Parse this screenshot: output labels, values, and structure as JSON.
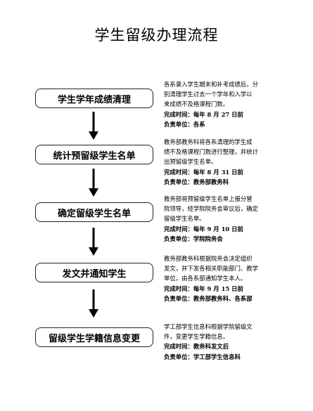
{
  "title": "学生留级办理流程",
  "steps": [
    {
      "label": "学生学年成绩清理",
      "desc_lines": [
        "各系录入学生期末和补考成绩后，分",
        "别清理学生过去一个学年和入学以",
        "来成绩不及格课程门数。"
      ],
      "time_label": "完成时间：",
      "time_value": "每年 8 月 27 日前",
      "unit_label": "负责单位：",
      "unit_value": "各系"
    },
    {
      "label": "统计预留级学生名单",
      "desc_lines": [
        "教务部教务科将各系清理的学生成",
        "绩不及格课程门数进行整理，并统计",
        "出预留级学生名单。"
      ],
      "time_label": "完成时间：",
      "time_value": "每年 8 月 31 日前",
      "unit_label": "负责单位：",
      "unit_value": "教务部教务科"
    },
    {
      "label": "确定留级学生名单",
      "desc_lines": [
        "教务部将预留级学生名单上报分管",
        "院领导，经学院院务会审议后，确定",
        "留级学生名单。"
      ],
      "time_label": "完成时间：",
      "time_value": "每年 9 月 10 日前",
      "unit_label": "负责单位：",
      "unit_value": "学院院务会"
    },
    {
      "label": "发文并通知学生",
      "desc_lines": [
        "教务部教务科根据院务会决定组织",
        "发文，并下发各相关职能部门、教学",
        "单位，由各系部通知学生本人。"
      ],
      "time_label": "完成时间：",
      "time_value": "每年 9 月 15 日前",
      "unit_label": "负责单位：",
      "unit_value": "教务部教务科、各系部"
    },
    {
      "label": "留级学生学籍信息变更",
      "desc_lines": [
        "学工部学生信息科根据学院留级文",
        "件，变更学生学籍信息。"
      ],
      "time_label": "完成时间：",
      "time_value": "教务科发文后",
      "unit_label": "负责单位：",
      "unit_value": "学工部学生信息科"
    }
  ]
}
